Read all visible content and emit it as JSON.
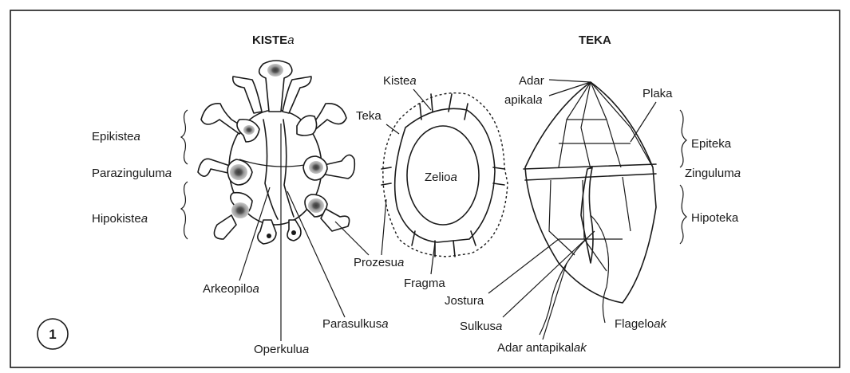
{
  "title_cyst": "KISTEa",
  "title_cyst_parts": {
    "upper": "KISTE",
    "italic": "a"
  },
  "title_theca": "TEKA",
  "figure_number": "1",
  "labels": {
    "epikistea": {
      "text": "Epikiste",
      "suffix": "a"
    },
    "parazingulum": {
      "text": "Parazingulum",
      "suffix": "a"
    },
    "hipokistea": {
      "text": "Hipokiste",
      "suffix": "a"
    },
    "arkeopiloa": {
      "text": "Arkeopilo",
      "suffix": "a"
    },
    "operkulua": {
      "text": "Operkulu",
      "suffix": "a"
    },
    "parasulkusa": {
      "text": "Parasulkus",
      "suffix": "a"
    },
    "prozesua": {
      "text": "Prozesu",
      "suffix": "a"
    },
    "fragma": {
      "text": "Fragma",
      "suffix": ""
    },
    "kistea": {
      "text": "Kiste",
      "suffix": "a"
    },
    "teka": {
      "text": "Teka",
      "suffix": ""
    },
    "zelioa": {
      "text": "Zelio",
      "suffix": "a"
    },
    "adar_apikala_1": {
      "text": "Adar",
      "suffix": ""
    },
    "adar_apikala_2": {
      "text": "apikal",
      "suffix": "a"
    },
    "plaka": {
      "text": "Plaka",
      "suffix": ""
    },
    "epiteka": {
      "text": "Epiteka",
      "suffix": ""
    },
    "zinguluma": {
      "text": "Zingulum",
      "suffix": "a"
    },
    "hipoteka": {
      "text": "Hipoteka",
      "suffix": ""
    },
    "jostura": {
      "text": "Jostura",
      "suffix": ""
    },
    "sulkusa": {
      "text": "Sulkus",
      "suffix": "a"
    },
    "flageloak": {
      "text": "Flagelo",
      "suffix": "ak"
    },
    "adar_antapikalak": {
      "text": "Adar antapikal",
      "suffix": "ak"
    }
  },
  "colors": {
    "ink": "#1a1a1a",
    "nucleus_fill": "#8c8c8c",
    "nucleus_core": "#4a4a4a",
    "background": "#ffffff",
    "frame": "#1a1a1a"
  }
}
